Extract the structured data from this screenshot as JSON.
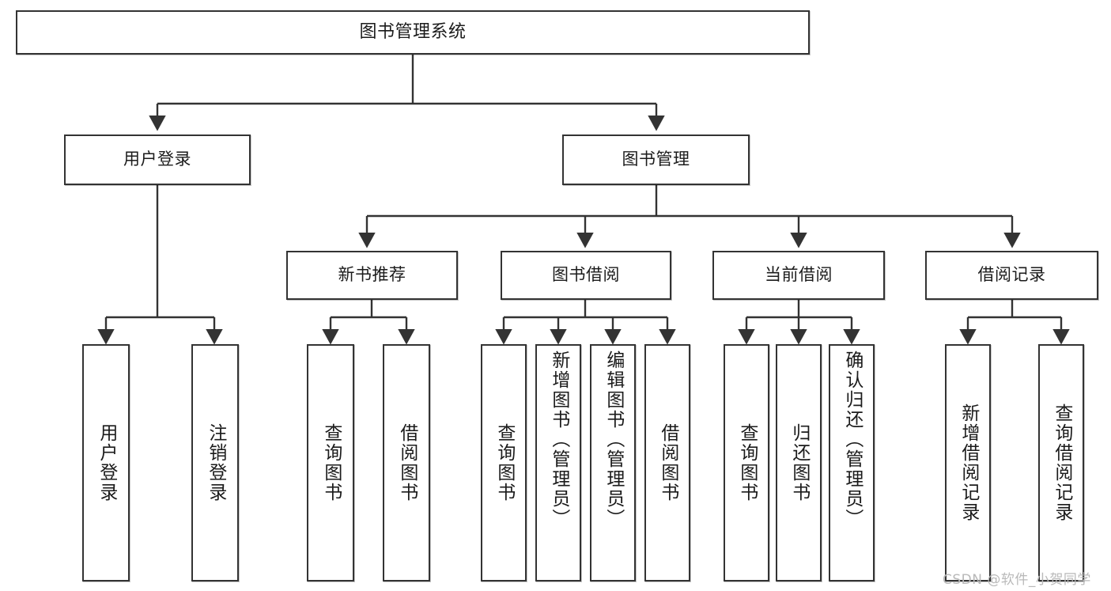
{
  "diagram": {
    "type": "tree-hierarchy",
    "title": "图书管理系统",
    "orientation": "top-down",
    "colors": {
      "box_border": "#333333",
      "box_fill": "#ffffff",
      "edge": "#333333",
      "text": "#1b1b1b",
      "watermark": "#b9b9b9"
    },
    "root": {
      "id": "root",
      "label": "图书管理系统"
    },
    "level2": [
      {
        "id": "user-login",
        "label": "用户登录"
      },
      {
        "id": "book-manage",
        "label": "图书管理"
      }
    ],
    "level3": [
      {
        "id": "new-book-rec",
        "label": "新书推荐"
      },
      {
        "id": "book-borrow",
        "label": "图书借阅"
      },
      {
        "id": "current-borrow",
        "label": "当前借阅"
      },
      {
        "id": "borrow-record",
        "label": "借阅记录"
      }
    ],
    "leaves": {
      "user_login": [
        {
          "id": "leaf-user-login",
          "label": "用户登录"
        },
        {
          "id": "leaf-logout",
          "label": "注销登录"
        }
      ],
      "new_book_rec": [
        {
          "id": "leaf-query-book-1",
          "label": "查询图书"
        },
        {
          "id": "leaf-borrow-book-1",
          "label": "借阅图书"
        }
      ],
      "book_borrow": [
        {
          "id": "leaf-query-book-2",
          "label": "查询图书"
        },
        {
          "id": "leaf-add-book",
          "label": "新增图书（管理员）"
        },
        {
          "id": "leaf-edit-book",
          "label": "编辑图书（管理员）"
        },
        {
          "id": "leaf-borrow-book-2",
          "label": "借阅图书"
        }
      ],
      "current_borrow": [
        {
          "id": "leaf-query-book-3",
          "label": "查询图书"
        },
        {
          "id": "leaf-return-book",
          "label": "归还图书"
        },
        {
          "id": "leaf-confirm-return",
          "label": "确认归还（管理员）"
        }
      ],
      "borrow_record": [
        {
          "id": "leaf-add-record",
          "label": "新增借阅记录"
        },
        {
          "id": "leaf-query-record",
          "label": "查询借阅记录"
        }
      ]
    }
  },
  "watermark": {
    "text": "CSDN @软件_小贺同学"
  }
}
